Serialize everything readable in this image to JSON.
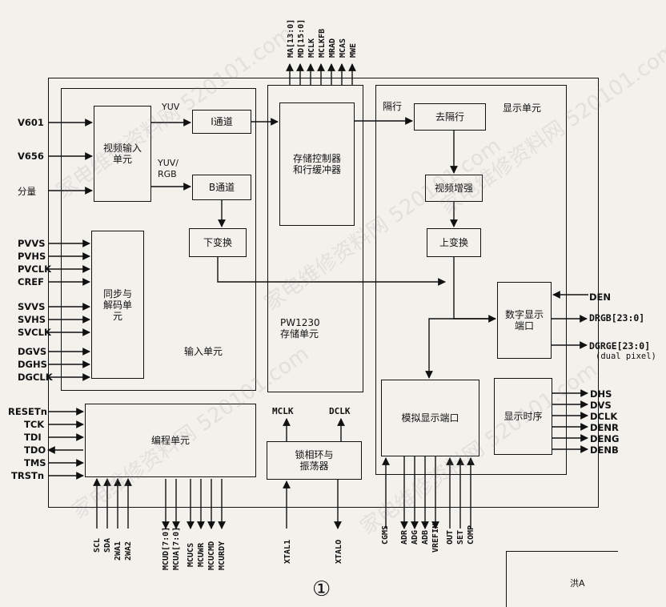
{
  "blocks": {
    "input_unit": "输入单元",
    "video_input": "视频输入\n单元",
    "sync_decode": "同步与\n解码单\n元",
    "i_channel": "I通道",
    "b_channel": "B通道",
    "down_convert": "下变换",
    "memory_controller": "存储控制器\n和行缓冲器",
    "pw1230": "PW1230\n存储单元",
    "deinterlace": "去隔行",
    "video_enhance": "视频增强",
    "up_convert": "上变换",
    "display_unit": "显示单元",
    "digital_display_port": "数字显示\n端口",
    "analog_display_port": "模拟显示端口",
    "display_timing": "显示时序",
    "programming_unit": "编程单元",
    "pll_oscillator": "锁相环与\n振荡器"
  },
  "labels": {
    "yuv": "YUV",
    "yuv_rgb": "YUV/\nRGB",
    "interlaced": "隔行",
    "mclk": "MCLK",
    "dclk": "DCLK",
    "figure_number": "①"
  },
  "left_inputs": {
    "video": [
      "V601",
      "V656",
      "分量"
    ],
    "sync": [
      "PVVS",
      "PVHS",
      "PVCLK",
      "CREF",
      "SVVS",
      "SVHS",
      "SVCLK",
      "DGVS",
      "DGHS",
      "DGCLK"
    ],
    "prog": [
      "RESETn",
      "TCK",
      "TDI",
      "TDO",
      "TMS",
      "TRSTn"
    ]
  },
  "top_signals": [
    "MA[13:0]",
    "MD[15:0]",
    "MCLK",
    "MCLKFB",
    "MRAD",
    "MCAS",
    "MWE"
  ],
  "right_signals": {
    "den": "DEN",
    "drgb": "DRGB[23:0]",
    "dgrge": "DGRGE[23:0]",
    "dual_pixel": "(dual pixel)",
    "timing": [
      "DHS",
      "DVS",
      "DCLK",
      "DENR",
      "DENG",
      "DENB"
    ]
  },
  "bottom_signals": {
    "prog": [
      "SCL",
      "SDA",
      "2WA1",
      "2WA2"
    ],
    "mcu": [
      "MCUD[7:0]",
      "MCUA[7:0]",
      "MCUCS",
      "MCUWR",
      "MCUCMD",
      "MCURDY"
    ],
    "pll": [
      "XTAL1",
      "XTALO"
    ],
    "analog": [
      "CGMS",
      "ADR",
      "ADG",
      "ADB",
      "VREFIN",
      "OUT",
      "SET",
      "COMP"
    ]
  },
  "watermark": "家电维修资料网 520101.com",
  "corner_text": "洪A"
}
